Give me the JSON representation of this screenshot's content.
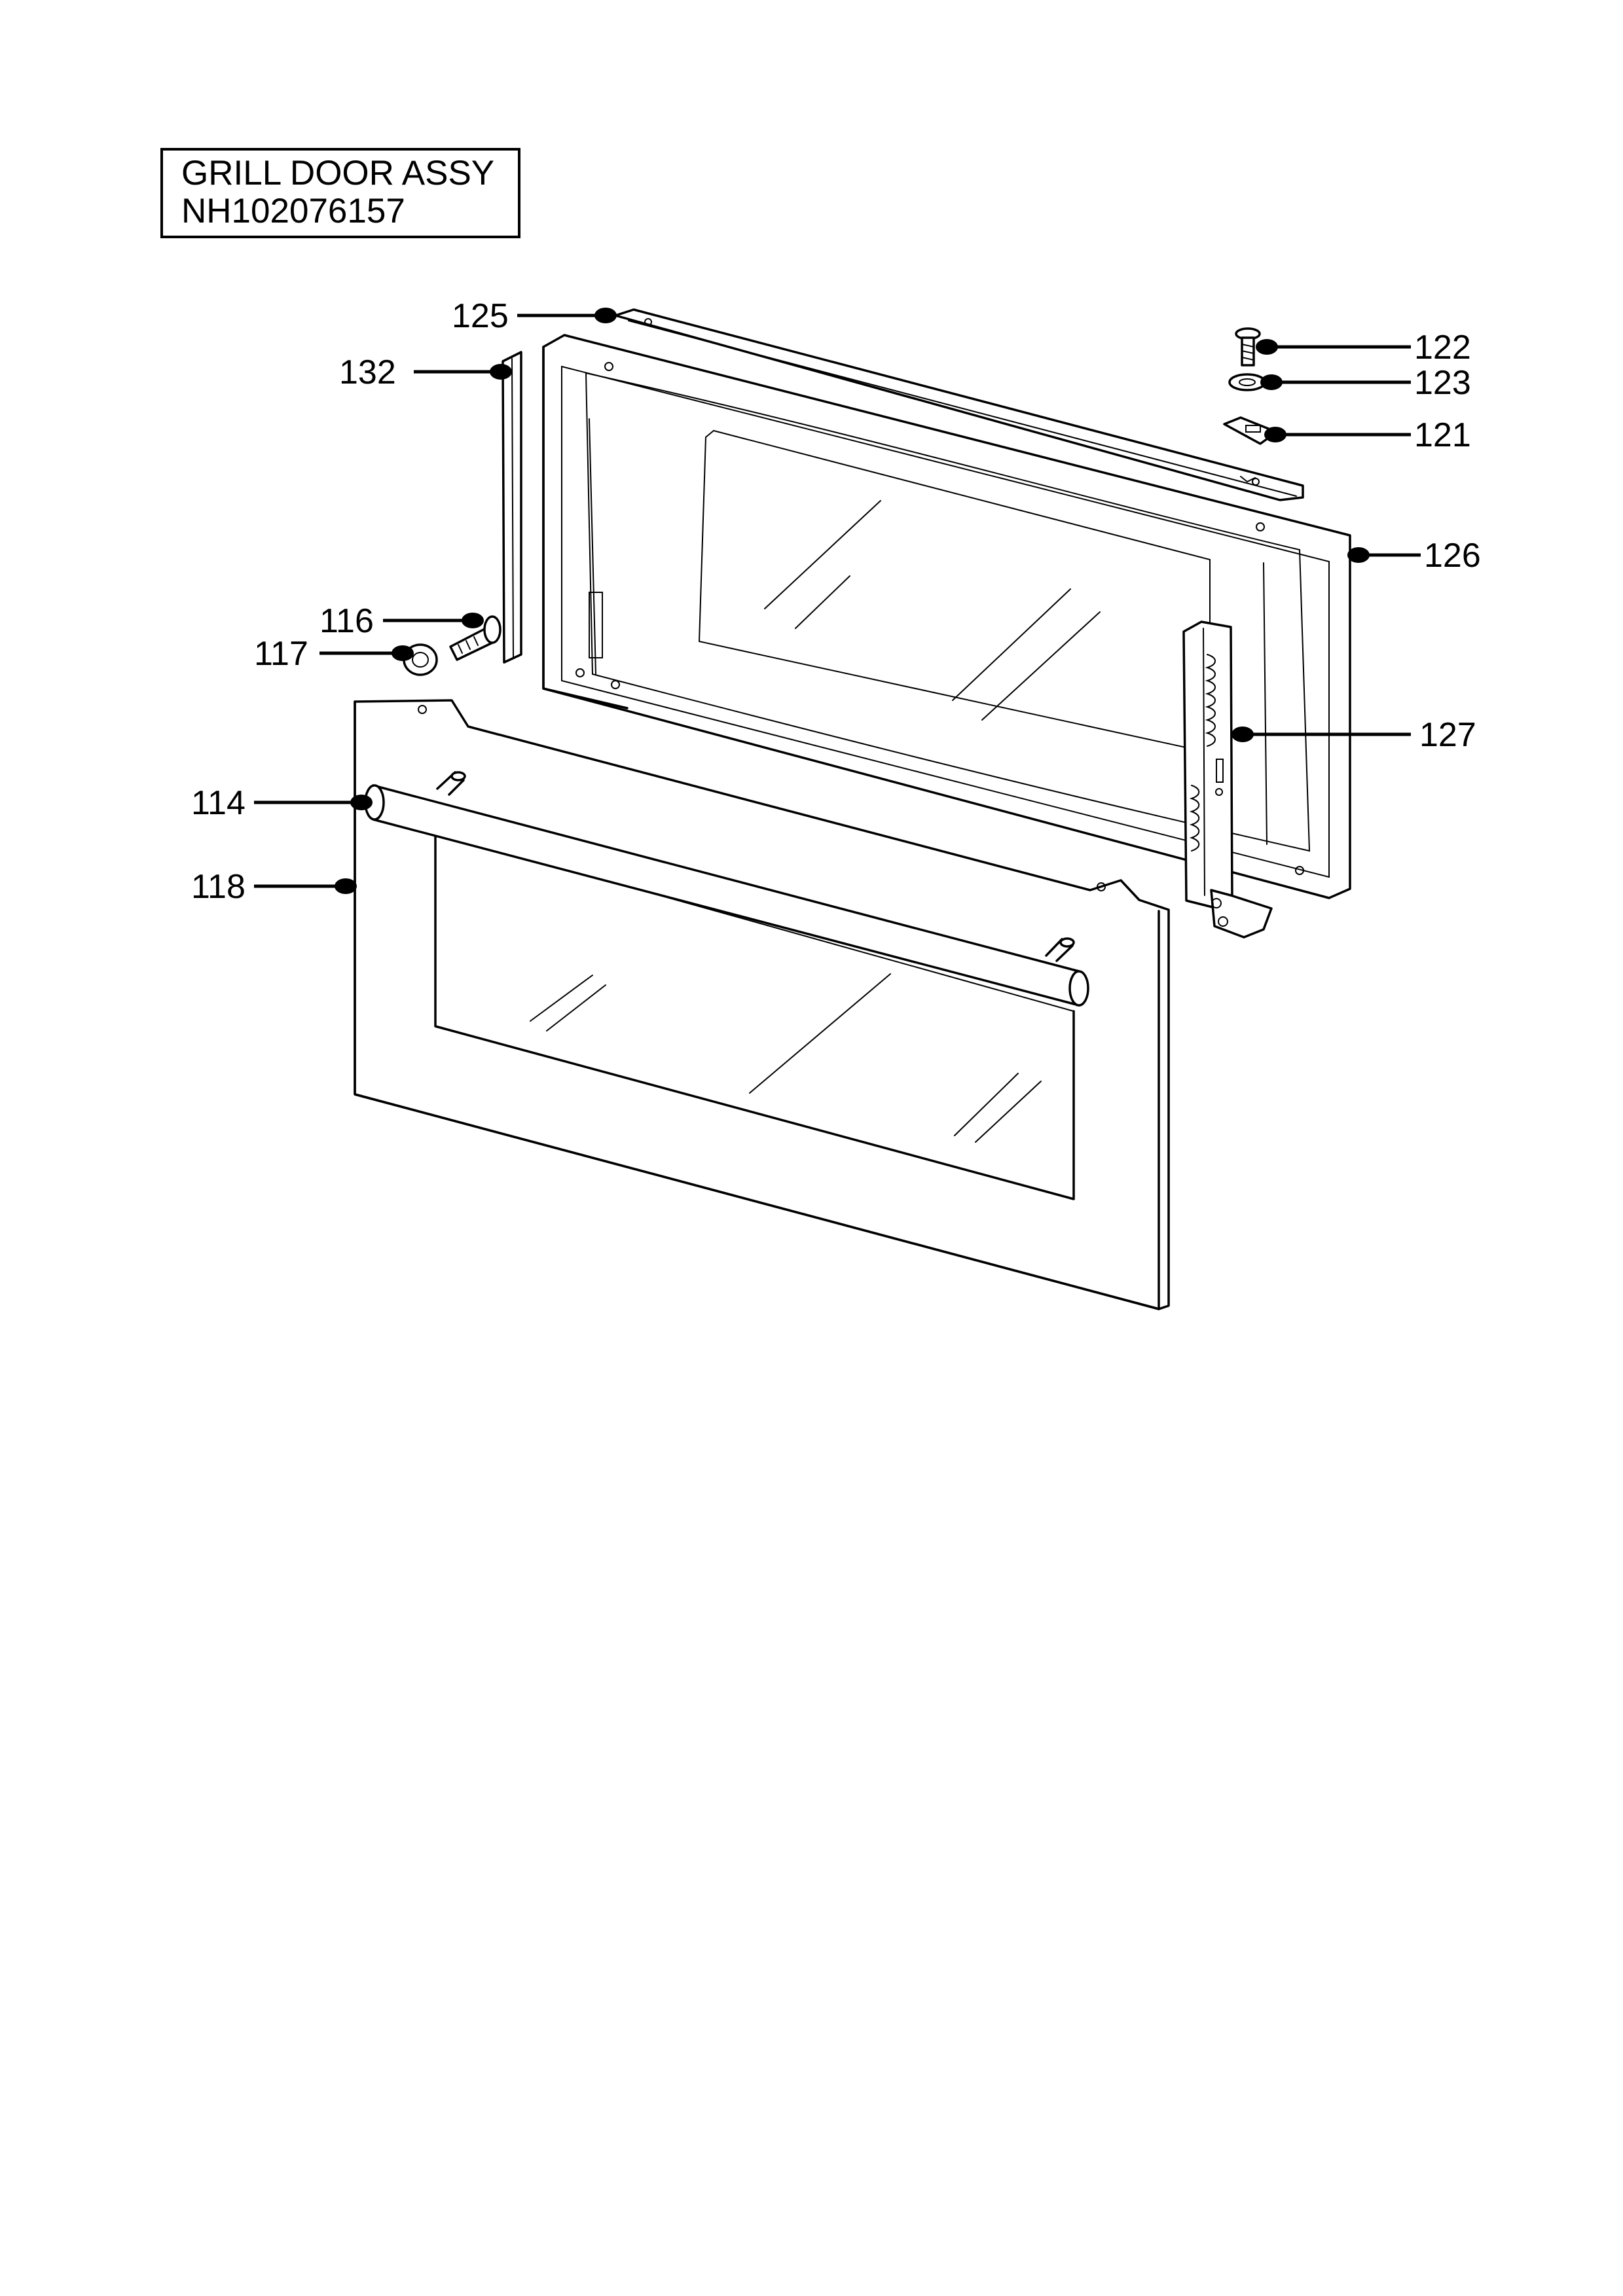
{
  "title": {
    "line1": "GRILL DOOR ASSY",
    "line2": "NH102076157"
  },
  "callouts": {
    "c125": "125",
    "c132": "132",
    "c122": "122",
    "c123": "123",
    "c121": "121",
    "c126": "126",
    "c116": "116",
    "c117": "117",
    "c127": "127",
    "c114": "114",
    "c118": "118"
  }
}
